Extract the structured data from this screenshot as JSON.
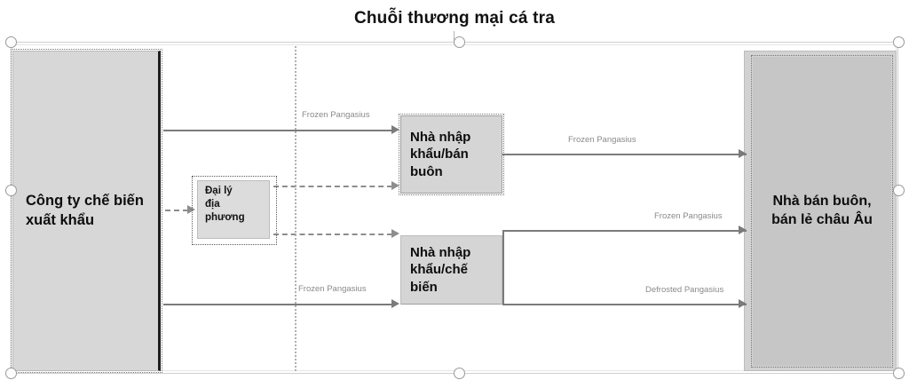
{
  "title": "Chuỗi thương mại cá tra",
  "diagram": {
    "nodes": {
      "exporter": "Công ty chế biến\nxuất khẩu",
      "exporter_line1": "Công ty chế biến",
      "exporter_line2": "xuất khẩu",
      "agent_line1": "Đại lý",
      "agent_line2": "địa",
      "agent_line3": "phương",
      "importer_wholesaler_line1": "Nhà nhập",
      "importer_wholesaler_line2": "khẩu/bán",
      "importer_wholesaler_line3": "buôn",
      "importer_processor_line1": "Nhà nhập",
      "importer_processor_line2": "khẩu/chế",
      "importer_processor_line3": "biến",
      "eu_line1": "Nhà bán buôn,",
      "eu_line2": "bán lẻ châu Âu"
    },
    "edge_labels": {
      "exporter_to_importer1": "Frozen Pangasius",
      "exporter_to_importer2": "Frozen Pangasius",
      "importer1_to_eu": "Frozen Pangasius",
      "importer2_to_eu_frozen": "Frozen Pangasius",
      "importer2_to_eu_defrosted": "Defrosted Pangasius"
    }
  },
  "colors": {
    "node_fill": "#d5d5d5",
    "exporter_fill": "#d7d7d7",
    "eu_fill": "#c6c6c6",
    "connector": "#7b7b7b",
    "label_text": "#8a8a8a"
  }
}
